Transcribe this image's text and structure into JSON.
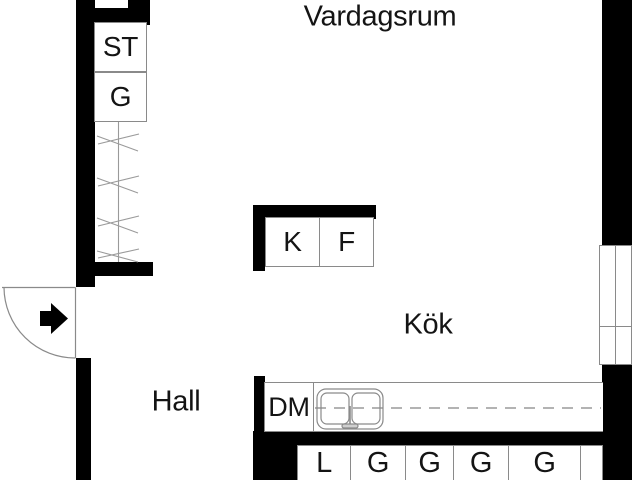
{
  "plan": {
    "type": "apartment-floor-plan",
    "colors": {
      "wall": "#000000",
      "thin_line": "#8a8a8a",
      "text": "#141414",
      "background": "#ffffff"
    },
    "rooms": {
      "living_room": {
        "label": "Vardagsrum"
      },
      "kitchen": {
        "label": "Kök"
      },
      "hall": {
        "label": "Hall"
      }
    },
    "fixtures": {
      "closet_st": {
        "label": "ST"
      },
      "closet_g": {
        "label": "G"
      },
      "fridge": {
        "label": "K"
      },
      "freezer": {
        "label": "F"
      },
      "dishwasher": {
        "label": "DM"
      },
      "cabinets": [
        "L",
        "G",
        "G",
        "G",
        "G"
      ]
    },
    "symbols": {
      "entrance_arrow": "arrow-right",
      "door_swing": "quarter-arc",
      "wardrobe_rail": "zigzag-hangers",
      "sink": "double-bowl-sink",
      "worktop_dashes": "dashed-centerline",
      "window": "double-pane-window"
    }
  }
}
